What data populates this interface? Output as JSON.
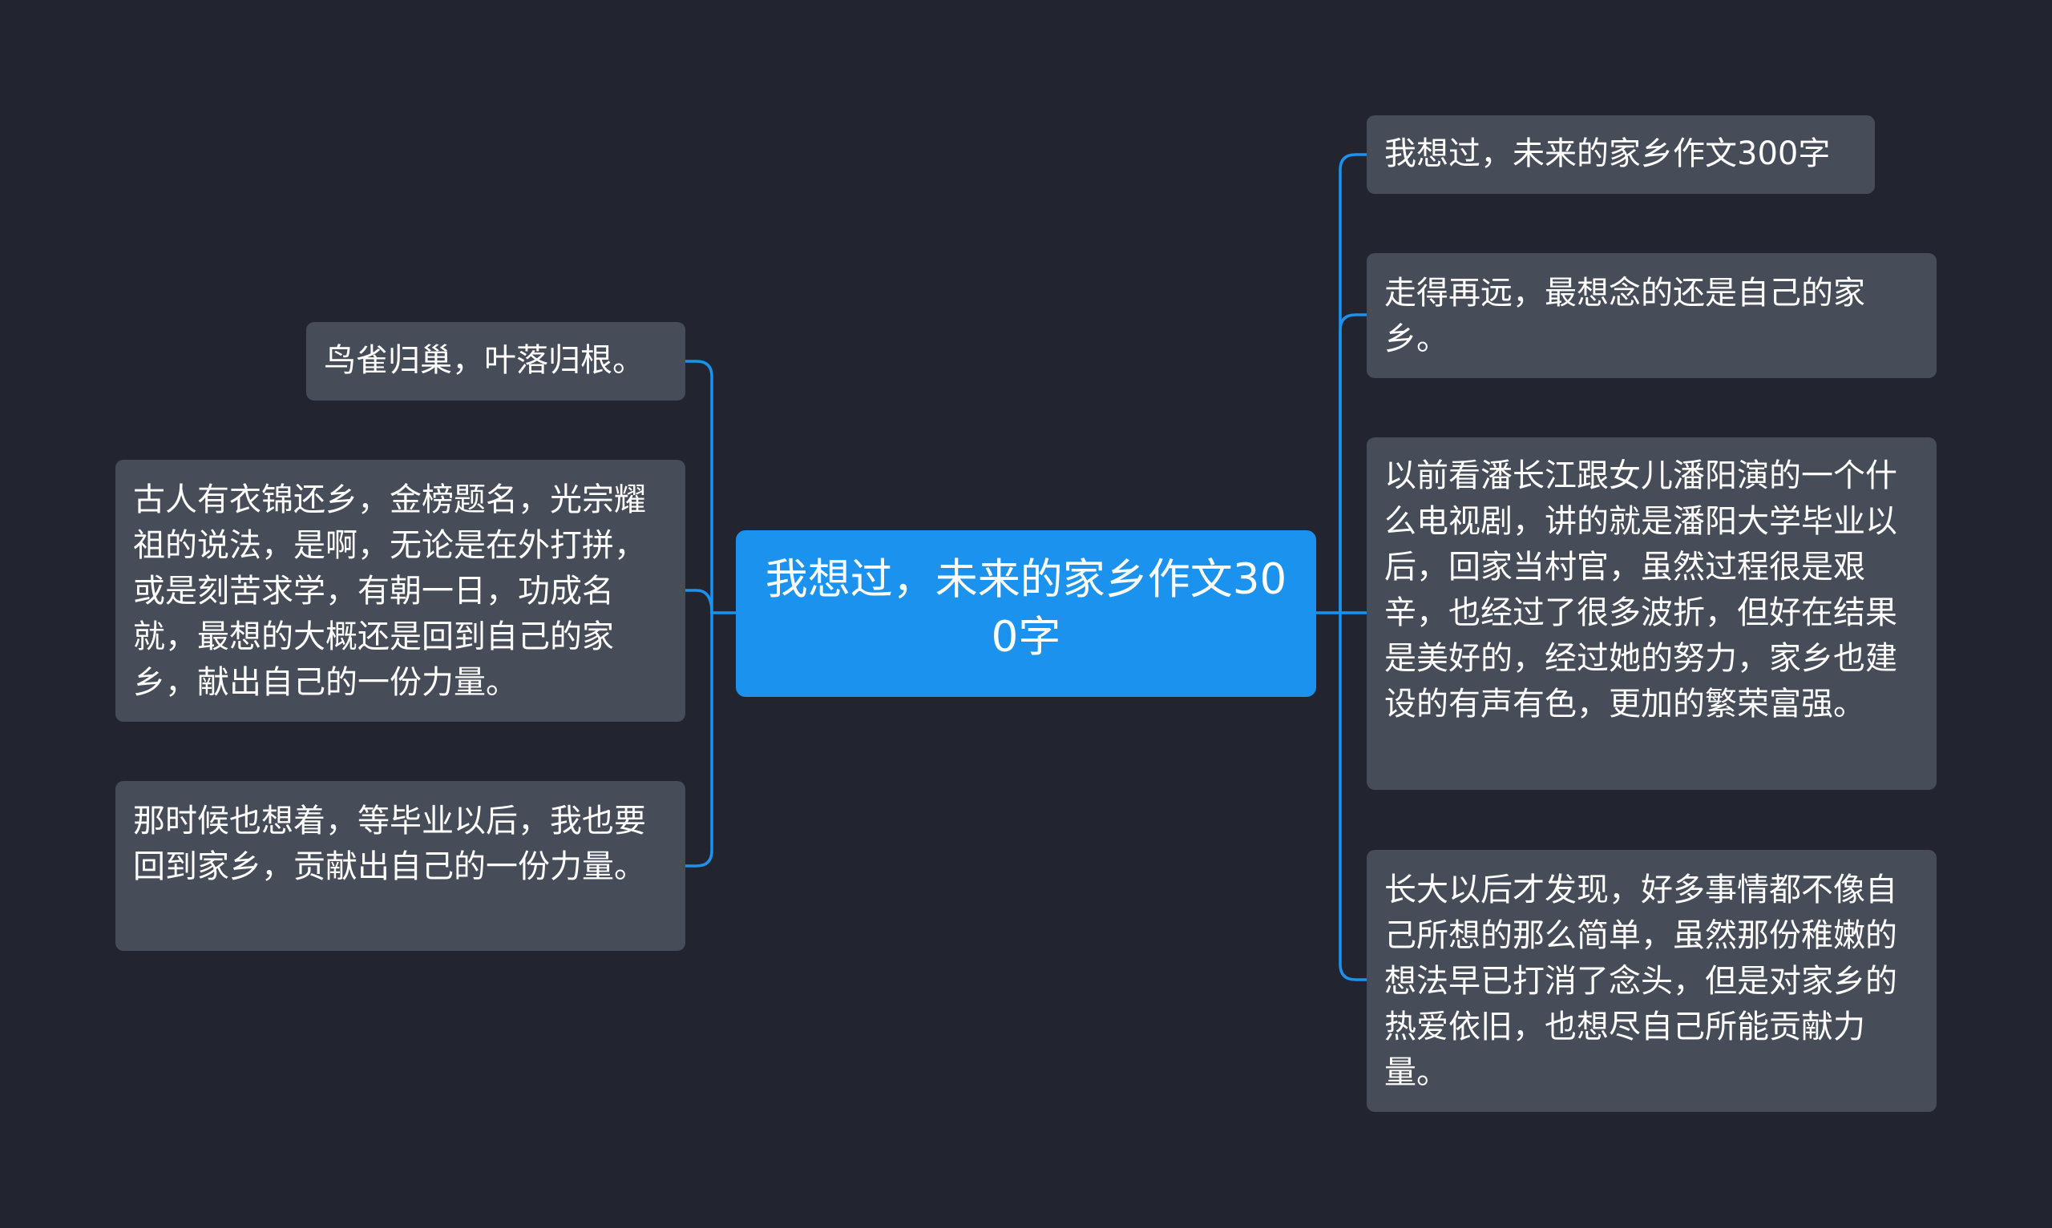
{
  "mindmap": {
    "root": {
      "text": "我想过，未来的家乡作文300字"
    },
    "left_branches": [
      {
        "text": "鸟雀归巢，叶落归根。"
      },
      {
        "text": "古人有衣锦还乡，金榜题名，光宗耀祖的说法，是啊，无论是在外打拼，或是刻苦求学，有朝一日，功成名就，最想的大概还是回到自己的家乡，献出自己的一份力量。"
      },
      {
        "text": "那时候也想着，等毕业以后，我也要回到家乡，贡献出自己的一份力量。"
      }
    ],
    "right_branches": [
      {
        "text": "我想过，未来的家乡作文300字"
      },
      {
        "text": "走得再远，最想念的还是自己的家乡。"
      },
      {
        "text": "以前看潘长江跟女儿潘阳演的一个什么电视剧，讲的就是潘阳大学毕业以后，回家当村官，虽然过程很是艰辛，也经过了很多波折，但好在结果是美好的，经过她的努力，家乡也建设的有声有色，更加的繁荣富强。"
      },
      {
        "text": "长大以后才发现，好多事情都不像自己所想的那么简单，虽然那份稚嫩的想法早已打消了念头，但是对家乡的热爱依旧，也想尽自己所能贡献力量。"
      }
    ],
    "colors": {
      "background": "#22252f",
      "root_fill": "#1b93ee",
      "node_fill": "#474c59",
      "connector": "#1b93ee",
      "text": "#ffffff"
    }
  }
}
